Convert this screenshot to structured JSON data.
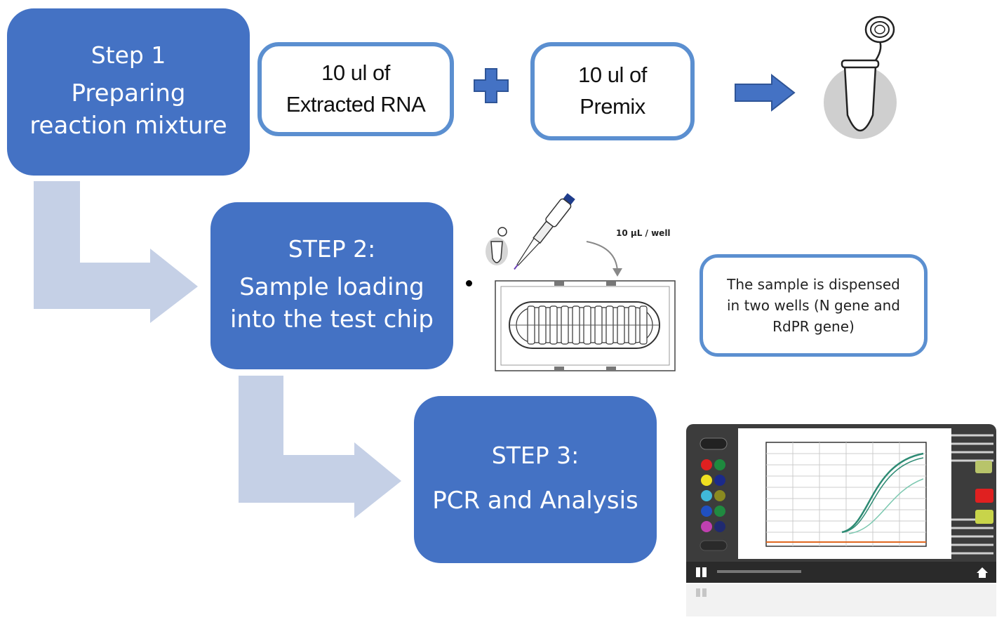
{
  "step1": {
    "line1": "Step 1",
    "line2": "Preparing",
    "line3": "reaction mixture"
  },
  "rna_box": {
    "line1": "10 ul of",
    "line2": "Extracted RNA"
  },
  "premix_box": {
    "line1": "10 ul of",
    "line2": "Premix"
  },
  "step2": {
    "line1": "STEP 2:",
    "line2": "Sample loading",
    "line3": "into the test chip"
  },
  "pipette_label": "10 μL / well",
  "note": {
    "line1": "The sample is dispensed",
    "line2": "in two wells (N gene and",
    "line3": "RdPR gene)"
  },
  "step3": {
    "line1": "STEP 3:",
    "line2": "PCR and Analysis"
  },
  "colors": {
    "step_fill": "#4472c4",
    "box_border": "#5b8fd0",
    "connector": "#c5d0e6",
    "curve": "#2e8b74"
  }
}
